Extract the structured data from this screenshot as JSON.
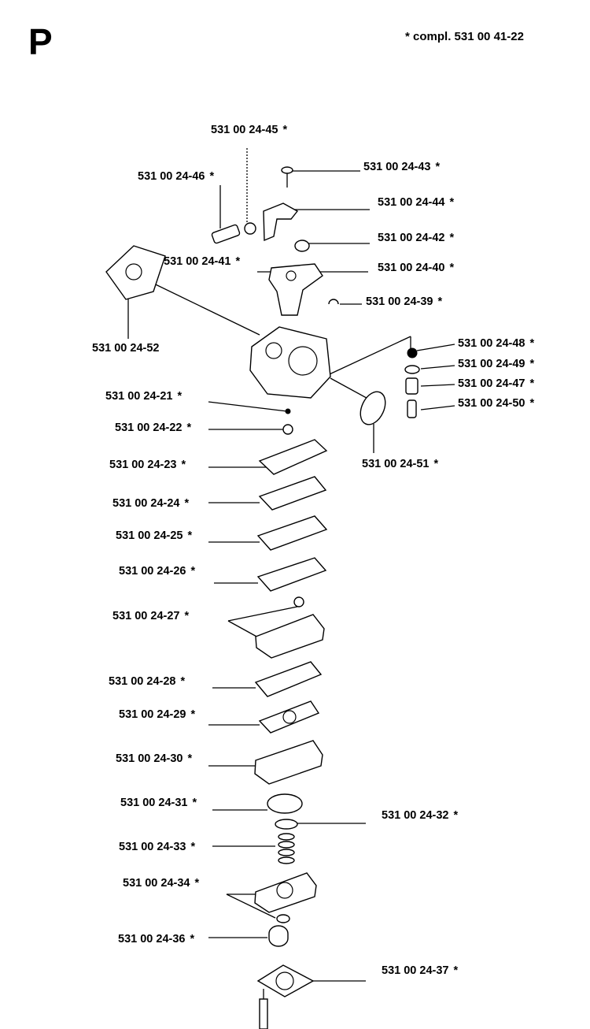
{
  "header": {
    "page_letter": "P",
    "compl_star": "*",
    "compl_text": "compl. 531 00 41-22"
  },
  "parts": [
    {
      "id": "p45",
      "number": "531 00 24-45",
      "star": "*"
    },
    {
      "id": "p46",
      "number": "531 00 24-46",
      "star": "*"
    },
    {
      "id": "p43",
      "number": "531 00 24-43",
      "star": "*"
    },
    {
      "id": "p44",
      "number": "531 00 24-44",
      "star": "*"
    },
    {
      "id": "p42",
      "number": "531 00 24-42",
      "star": "*"
    },
    {
      "id": "p41",
      "number": "531 00 24-41",
      "star": "*"
    },
    {
      "id": "p40",
      "number": "531 00 24-40",
      "star": "*"
    },
    {
      "id": "p39",
      "number": "531 00 24-39",
      "star": "*"
    },
    {
      "id": "p52",
      "number": "531 00 24-52",
      "star": ""
    },
    {
      "id": "p48",
      "number": "531 00 24-48",
      "star": "*"
    },
    {
      "id": "p49",
      "number": "531 00 24-49",
      "star": "*"
    },
    {
      "id": "p47",
      "number": "531 00 24-47",
      "star": "*"
    },
    {
      "id": "p50",
      "number": "531 00 24-50",
      "star": "*"
    },
    {
      "id": "p21",
      "number": "531 00 24-21",
      "star": "*"
    },
    {
      "id": "p22",
      "number": "531 00 24-22",
      "star": "*"
    },
    {
      "id": "p51",
      "number": "531 00 24-51",
      "star": "*"
    },
    {
      "id": "p23",
      "number": "531 00 24-23",
      "star": "*"
    },
    {
      "id": "p24",
      "number": "531 00 24-24",
      "star": "*"
    },
    {
      "id": "p25",
      "number": "531 00 24-25",
      "star": "*"
    },
    {
      "id": "p26",
      "number": "531 00 24-26",
      "star": "*"
    },
    {
      "id": "p27",
      "number": "531 00 24-27",
      "star": "*"
    },
    {
      "id": "p28",
      "number": "531 00 24-28",
      "star": "*"
    },
    {
      "id": "p29",
      "number": "531 00 24-29",
      "star": "*"
    },
    {
      "id": "p30",
      "number": "531 00 24-30",
      "star": "*"
    },
    {
      "id": "p31",
      "number": "531 00 24-31",
      "star": "*"
    },
    {
      "id": "p32",
      "number": "531 00 24-32",
      "star": "*"
    },
    {
      "id": "p33",
      "number": "531 00 24-33",
      "star": "*"
    },
    {
      "id": "p34",
      "number": "531 00 24-34",
      "star": "*"
    },
    {
      "id": "p36",
      "number": "531 00 24-36",
      "star": "*"
    },
    {
      "id": "p37",
      "number": "531 00 24-37",
      "star": "*"
    }
  ]
}
